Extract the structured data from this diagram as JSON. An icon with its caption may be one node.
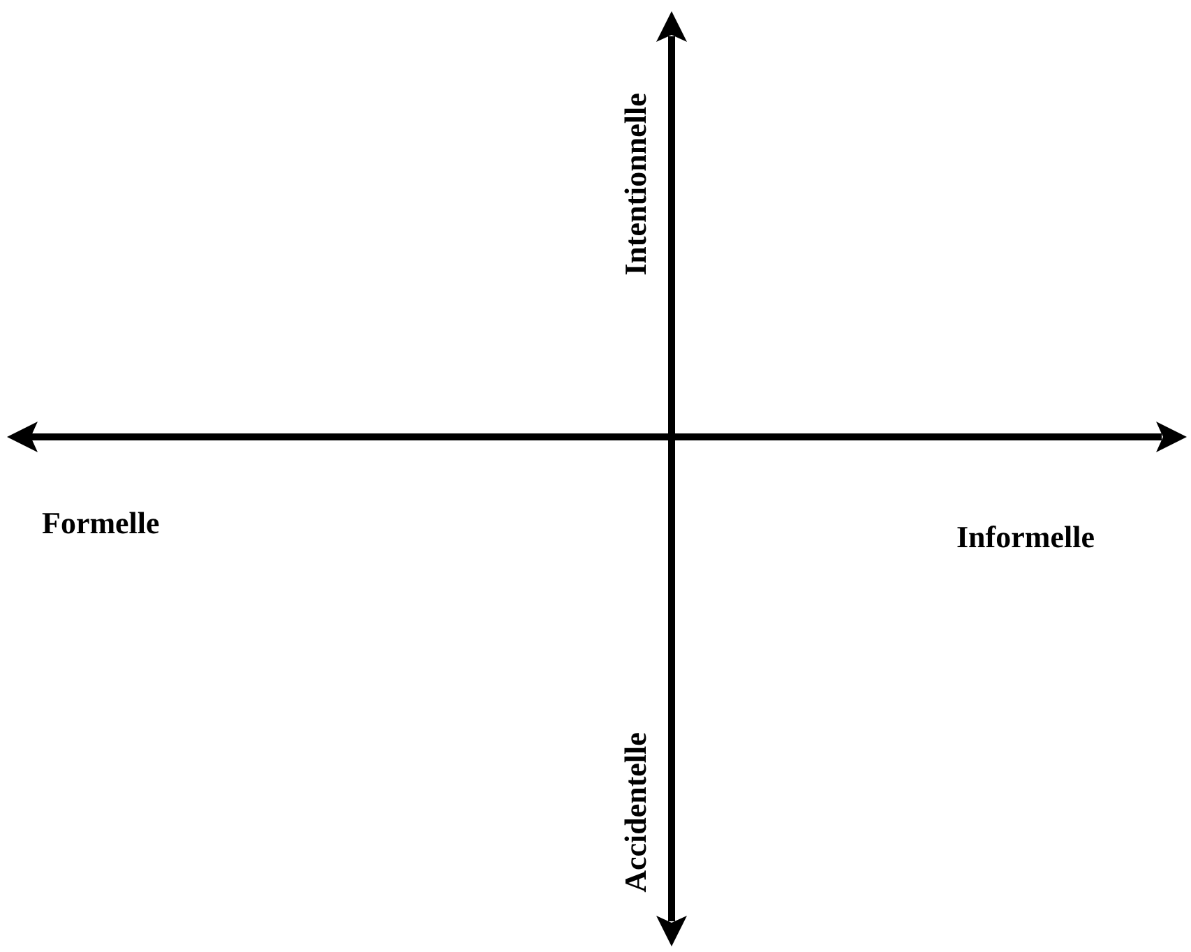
{
  "diagram": {
    "labels": [
      "Intentionnelle",
      "Formelle",
      "Informelle",
      "Accidentelle"
    ]
  }
}
